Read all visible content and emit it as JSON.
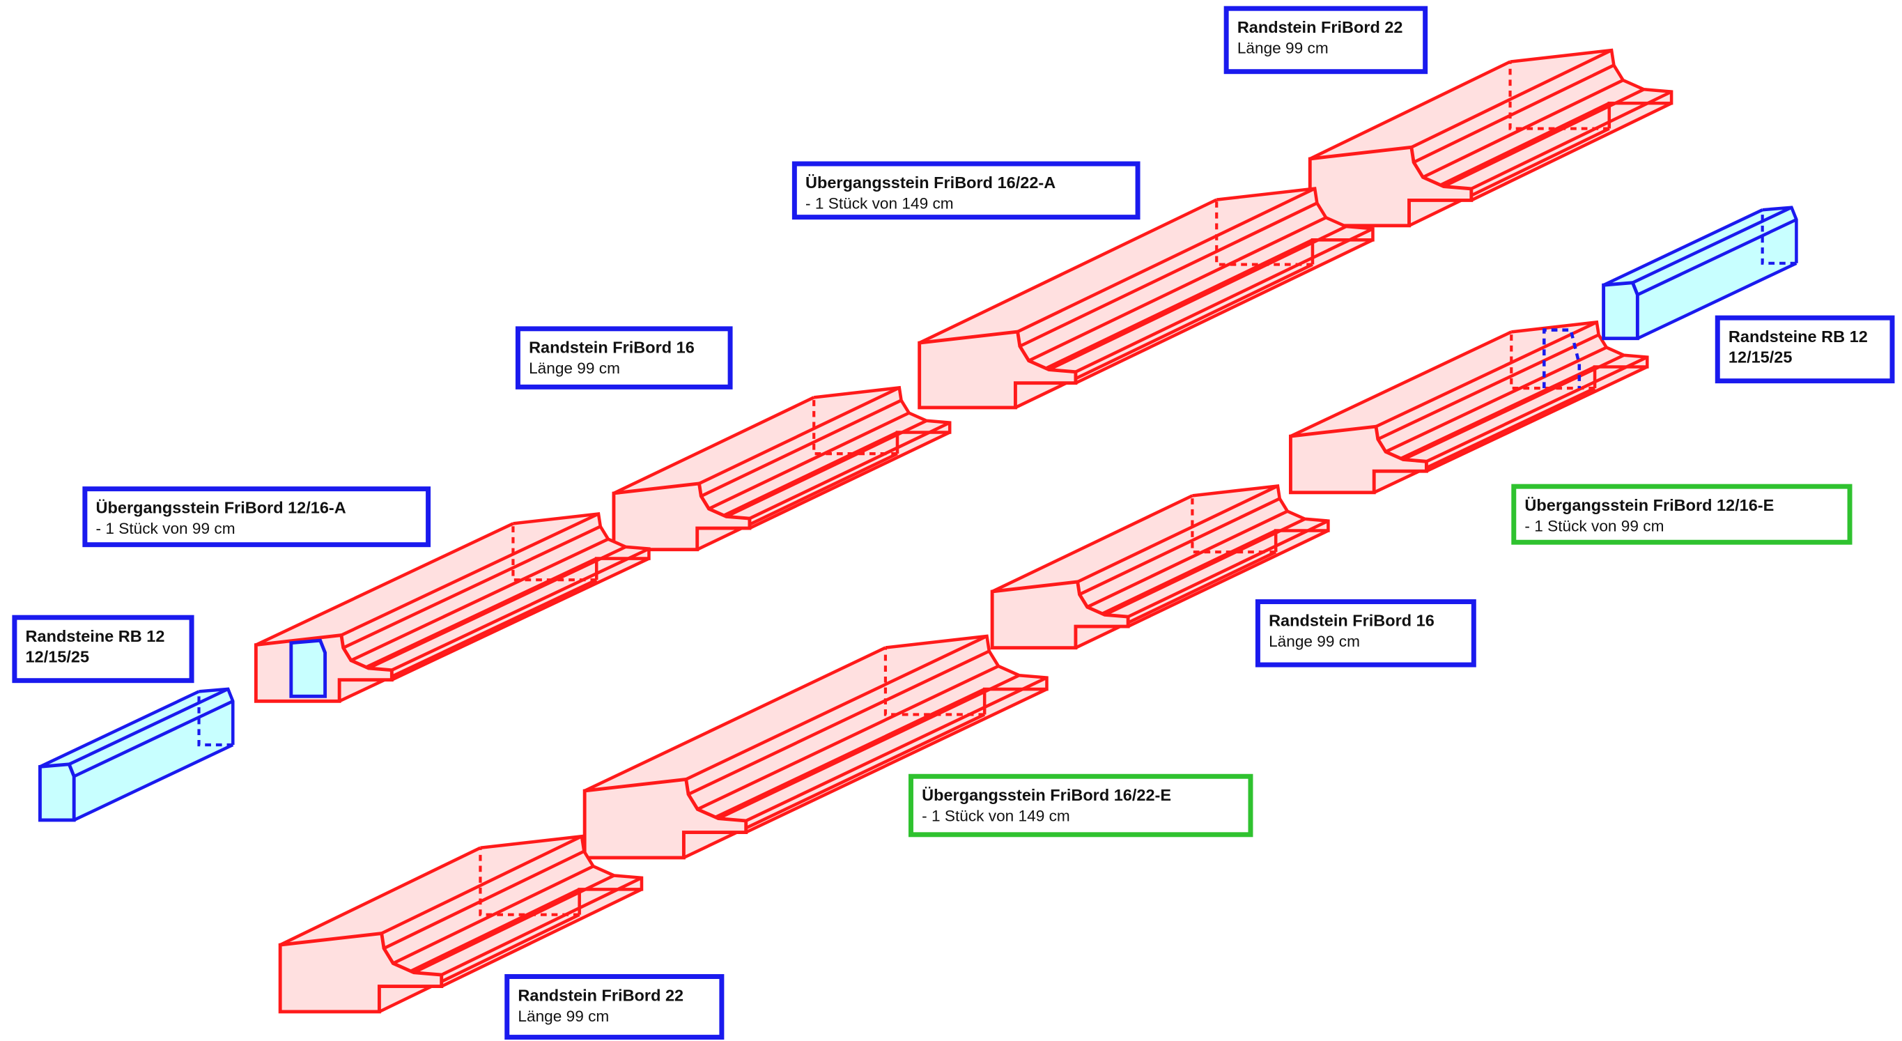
{
  "labels": [
    {
      "id": "fribord22-top",
      "title": "Randstein FriBord 22",
      "sub": "Länge 99 cm",
      "color": "#1a1aee"
    },
    {
      "id": "uebergang-16-22-a",
      "title": "Übergangsstein FriBord 16/22-A",
      "sub": "- 1 Stück von 149 cm",
      "color": "#1a1aee"
    },
    {
      "id": "fribord16-left",
      "title": "Randstein FriBord 16",
      "sub": "Länge 99 cm",
      "color": "#1a1aee"
    },
    {
      "id": "uebergang-12-16-a",
      "title": "Übergangsstein FriBord 12/16-A",
      "sub": "- 1 Stück von 99 cm",
      "color": "#1a1aee"
    },
    {
      "id": "rb12-left",
      "title": "Randsteine RB 12",
      "sub": "12/15/25",
      "color": "#1a1aee"
    },
    {
      "id": "rb12-right",
      "title": "Randsteine RB 12",
      "sub": "12/15/25",
      "color": "#1a1aee"
    },
    {
      "id": "uebergang-12-16-e",
      "title": "Übergangsstein FriBord 12/16-E",
      "sub": "- 1 Stück von 99 cm",
      "color": "#2fc22f"
    },
    {
      "id": "fribord16-right",
      "title": "Randstein FriBord 16",
      "sub": "Länge 99 cm",
      "color": "#1a1aee"
    },
    {
      "id": "uebergang-16-22-e",
      "title": "Übergangsstein FriBord 16/22-E",
      "sub": "- 1 Stück von 149 cm",
      "color": "#2fc22f"
    },
    {
      "id": "fribord22-bottom",
      "title": "Randstein FriBord 22",
      "sub": "Länge 99 cm",
      "color": "#1a1aee"
    }
  ],
  "colors": {
    "fribord_stroke": "#ff1a1a",
    "fribord_fill": "#ffe0e0",
    "rb_stroke": "#1a1aee",
    "rb_fill": "#c8ffff",
    "label_border_default": "#1a1aee",
    "label_border_end": "#2fc22f"
  }
}
